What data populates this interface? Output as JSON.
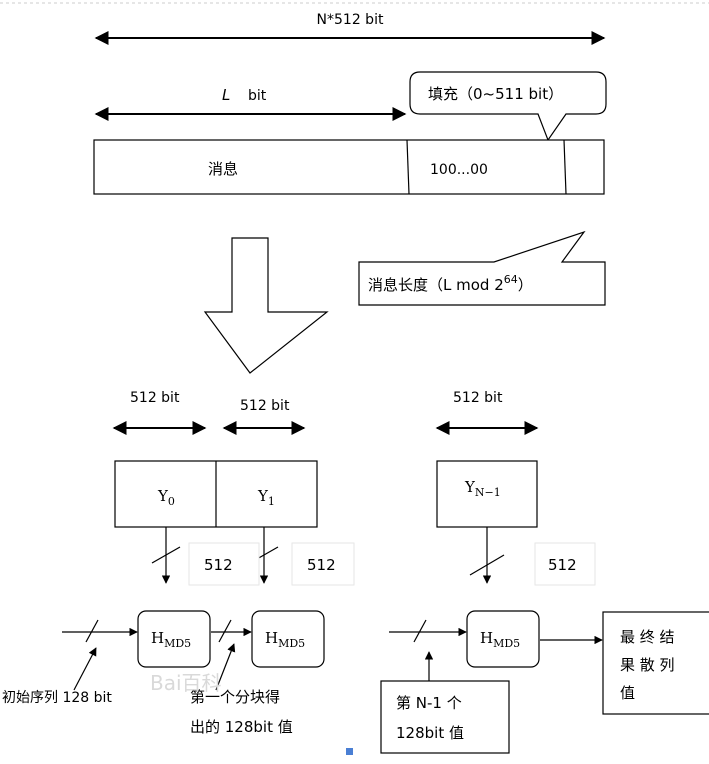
{
  "labels": {
    "total_width": "N*512 bit",
    "msg_len": "L",
    "msg_len_unit": "bit",
    "padding": "填充（0~511 bit）",
    "message": "消息",
    "padding_bits": "100...00",
    "length_field_pre": "消息长度（L mod  2",
    "length_field_exp": "64",
    "length_field_post": "）"
  },
  "blocks": {
    "width_label": "512 bit",
    "y0_base": "Y",
    "y0_sub": "0",
    "y1_base": "Y",
    "y1_sub": "1",
    "yn_base": "Y",
    "yn_sub": "N−1"
  },
  "flow": {
    "bus_width": "512",
    "hmd_base": "H",
    "hmd_sub": "MD5",
    "initial_seq": "初始序列 128 bit",
    "block_out_line1": "第一个分块得",
    "block_out_line2": "出的 128bit 值",
    "nth_line1": "第  N-1  个",
    "nth_line2": "128bit 值",
    "result_line1": "最 终 结",
    "result_line2": "果 散 列",
    "result_line3": "值"
  },
  "watermark": "Bai百科"
}
